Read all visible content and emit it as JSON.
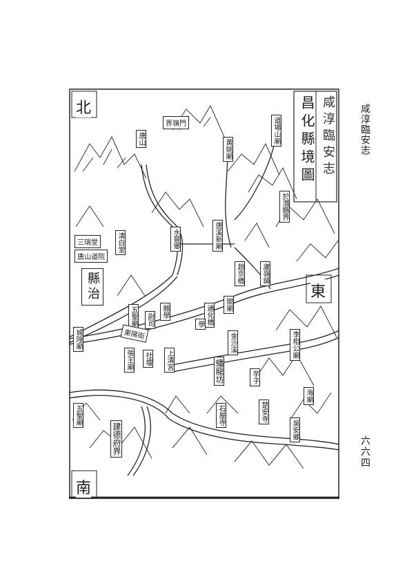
{
  "side_title": "咸淳臨安志",
  "page_number": "六六四",
  "map": {
    "title": "昌化縣境圖",
    "header_fragment": "咸淳臨安志",
    "directions": {
      "north": "北",
      "east": "東",
      "south": "南"
    },
    "county_seat": "縣治",
    "places": {
      "qingbai_tang": "清白堂",
      "ruitang_san": "三瑞堂",
      "tangshan_daoyuan": "唐山道院",
      "tangshan": "唐山",
      "shuifeng_xiang": "水豐鄉",
      "jiezuo": "界嶺門",
      "daochang_shan": "道場山廟",
      "huangwei_miao": "黄姚廟",
      "yuqian_xianjie": "於潛縣界",
      "tangxi_xin_miao": "唐溪新廟",
      "zhaojing_qiao": "趙京橋",
      "luling_pu": "蘆嶺鋪",
      "tongxin_miao": "通化橋",
      "xianxue": "縣學",
      "weisi": "尉司",
      "wusheng_miao": "五聖廟",
      "guan_miao": "關廟",
      "bao_xu": "學",
      "dongjian": "東陽街",
      "li_miao": "李相公廟",
      "jinsha_xi": "金沙溪",
      "chenghuang_miao": "城隍廟",
      "she_tan": "社壇",
      "zhangwang_miao": "張王廟",
      "shangqing_gong": "上清宮",
      "panlong_fang": "蟠龍坊",
      "zisheng": "芋子",
      "hai_miao": "海廟",
      "shiwu_si": "石屋寺",
      "longan_si": "楚安寺",
      "wuan_xiang": "吳安鄉",
      "wusheng_miao2": "五聖廟",
      "jiande_fujie": "建德府界"
    }
  }
}
